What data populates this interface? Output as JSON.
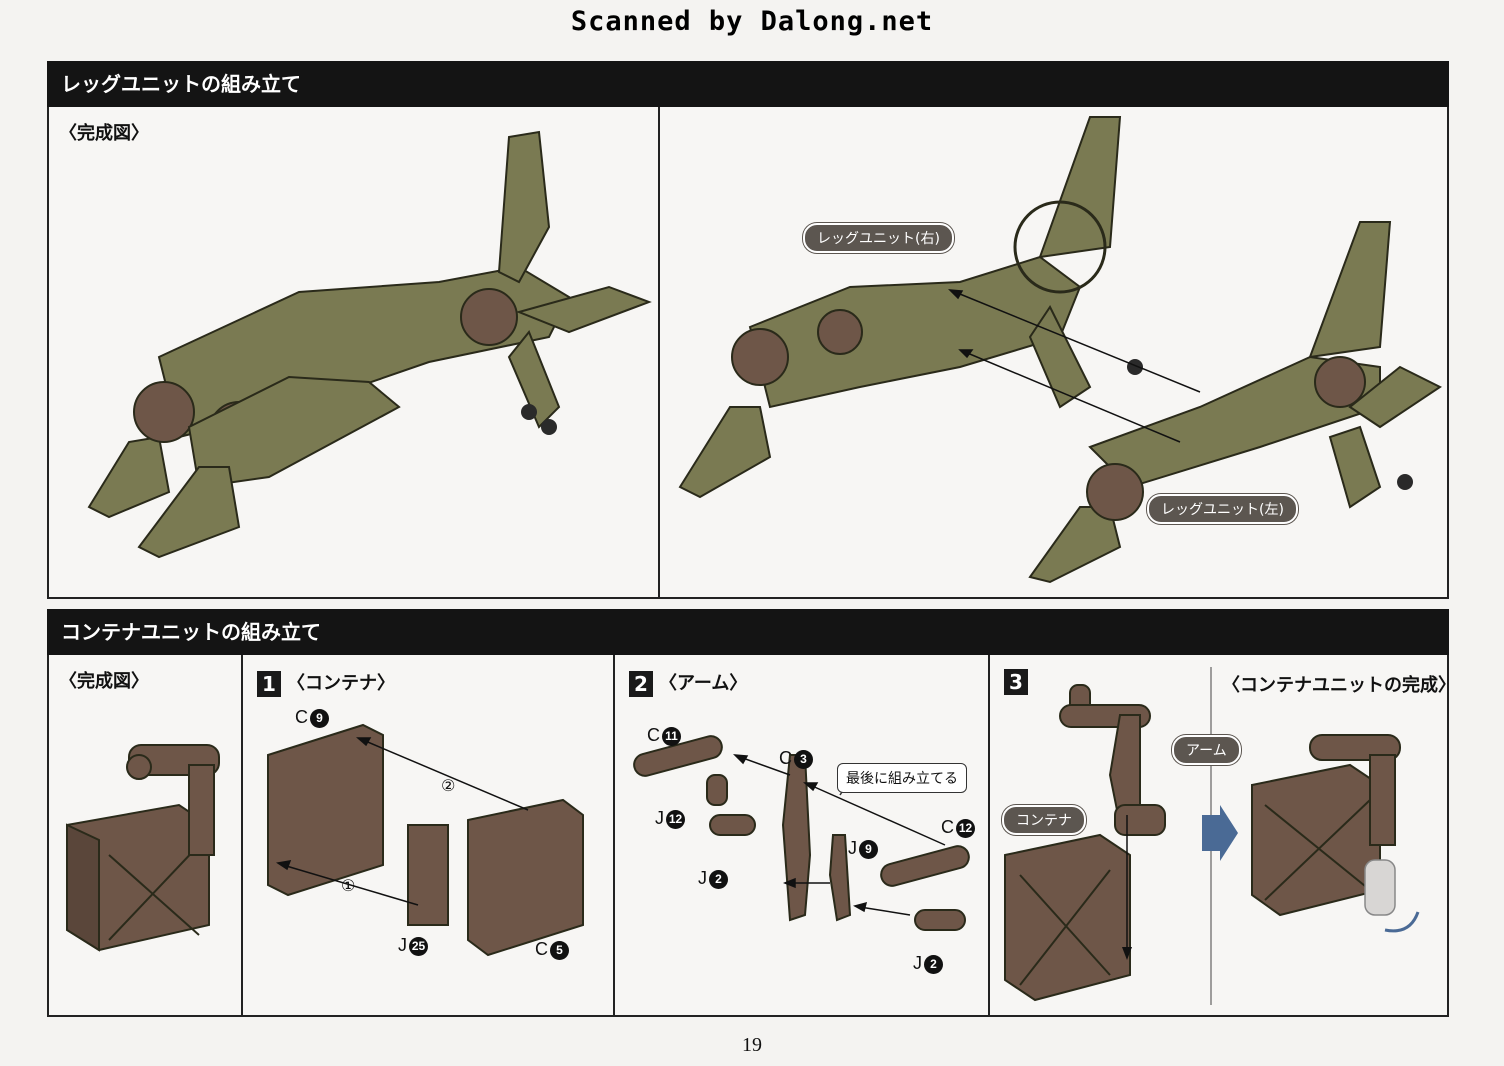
{
  "watermark": "Scanned by Dalong.net",
  "leg_section": {
    "title": "レッグユニットの組み立て",
    "completed_title": "〈完成図〉",
    "label_right": "レッグユニット(右)",
    "label_left": "レッグユニット(左)"
  },
  "container_section": {
    "title": "コンテナユニットの組み立て",
    "completed_title": "〈完成図〉",
    "step1": {
      "num": "1",
      "title": "〈コンテナ〉"
    },
    "step2": {
      "num": "2",
      "title": "〈アーム〉",
      "callout": "最後に組み立てる"
    },
    "step3": {
      "num": "3",
      "label_arm": "アーム",
      "label_container": "コンテナ"
    },
    "result_title": "〈コンテナユニットの完成〉",
    "parts": {
      "c9_letter": "C",
      "c9_num": "9",
      "c5_letter": "C",
      "c5_num": "5",
      "j25_letter": "J",
      "j25_num": "25",
      "c11_letter": "C",
      "c11_num": "11",
      "c3_letter": "C",
      "c3_num": "3",
      "c12_letter": "C",
      "c12_num": "12",
      "j12_letter": "J",
      "j12_num": "12",
      "j9_letter": "J",
      "j9_num": "9",
      "j2a_letter": "J",
      "j2a_num": "2",
      "j2b_letter": "J",
      "j2b_num": "2"
    },
    "order_marks": [
      "①",
      "②"
    ]
  },
  "page_number": "19",
  "colors": {
    "header_bg": "#141414",
    "leg_olive": "#7a7a52",
    "part_brown": "#6e5648",
    "arrow_blue": "#4a6a95"
  }
}
